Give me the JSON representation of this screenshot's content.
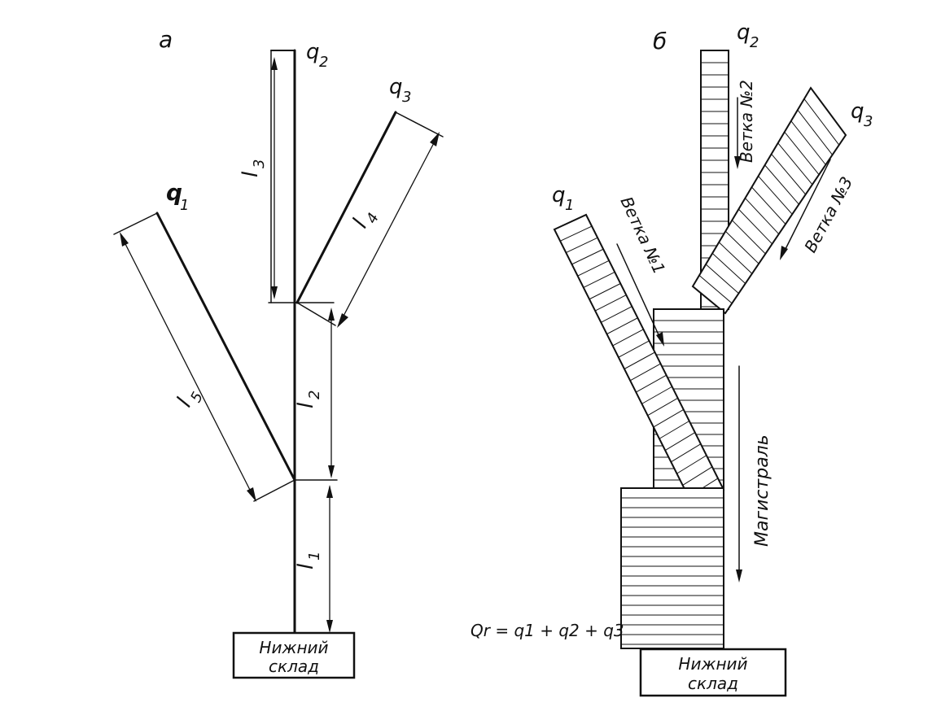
{
  "panel_a": {
    "letter": "а",
    "load_labels": {
      "q1": "q",
      "q1_sub": "1",
      "q2": "q",
      "q2_sub": "2",
      "q3": "q",
      "q3_sub": "3"
    },
    "length_labels": {
      "l1": "l",
      "l1_sub": "1",
      "l2": "l",
      "l2_sub": "2",
      "l3": "l",
      "l3_sub": "3",
      "l4": "l",
      "l4_sub": "4",
      "l5": "l",
      "l5_sub": "5"
    },
    "warehouse": {
      "line1": "Нижний",
      "line2": "склад"
    }
  },
  "panel_b": {
    "letter": "б",
    "load_labels": {
      "q1": "q",
      "q1_sub": "1",
      "q2": "q",
      "q2_sub": "2",
      "q3": "q",
      "q3_sub": "3"
    },
    "branch_labels": {
      "branch1": "Ветка №1",
      "branch2": "Ветка №2",
      "branch3": "Ветка №3",
      "trunk": "Магистраль"
    },
    "formula": "Qr = q1 + q2 + q3",
    "warehouse": {
      "line1": "Нижний",
      "line2": "склад"
    }
  },
  "colors": {
    "ink": "#111111",
    "paper": "#ffffff"
  }
}
